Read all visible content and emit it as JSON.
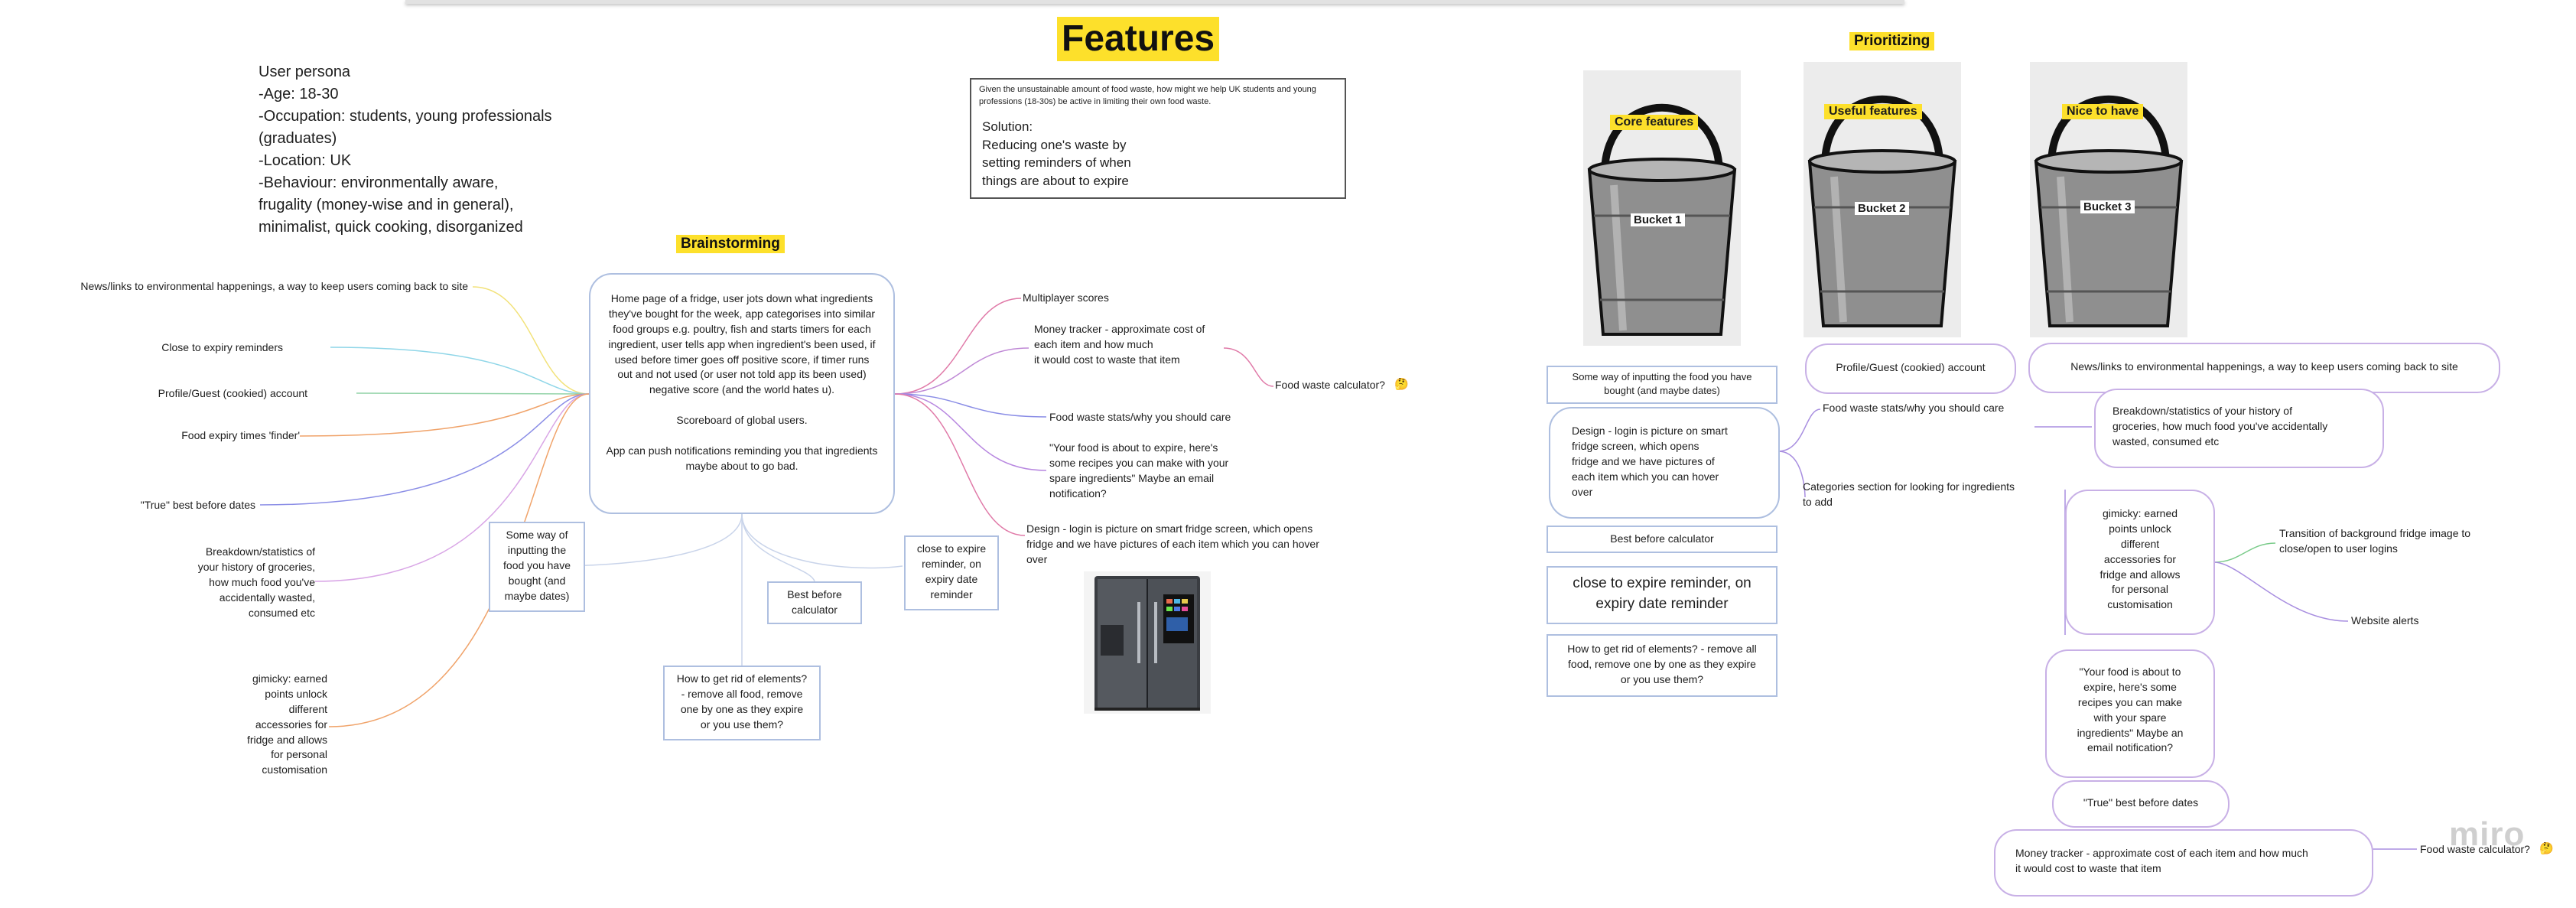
{
  "titles": {
    "features": "Features",
    "prioritizing": "Prioritizing",
    "brainstorming": "Brainstorming"
  },
  "persona": {
    "lines": [
      "User persona",
      "-Age:  18-30",
      "-Occupation: students, young professionals",
      "(graduates)",
      "-Location: UK",
      "-Behaviour: environmentally aware,",
      "frugality (money-wise and in general),",
      "minimalist, quick cooking, disorganized"
    ]
  },
  "problem": {
    "question": "Given the unsustainable amount of food waste, how might we help UK students and young professions (18-30s) be active in limiting their own food waste.",
    "solution": "Solution:\nReducing one's waste by\nsetting reminders of when\nthings are about to expire"
  },
  "brainstorm": {
    "center": "Home page of a fridge, user jots down what ingredients they've bought for the week, app categorises into similar food groups e.g. poultry, fish and starts timers for each ingredient, user tells app when ingredient's been used, if used before timer goes off positive score, if timer runs out and not used (or user not told app its been used) negative score (and the world hates u).\n\nScoreboard of global users.\n\nApp can push notifications reminding you that ingredients maybe about to go bad.",
    "left": [
      "News/links to environmental happenings, a way to keep users coming back to site",
      "Close to expiry reminders",
      "Profile/Guest (cookied) account",
      "Food expiry times 'finder'",
      "\"True\" best before dates",
      "Breakdown/statistics of\nyour history of groceries,\nhow much food you've\naccidentally wasted,\nconsumed etc",
      "gimicky: earned\npoints unlock\ndifferent\naccessories for\nfridge and allows\nfor personal\ncustomisation"
    ],
    "right": [
      "Multiplayer scores",
      "Money tracker - approximate cost of\neach item and how much\nit would cost to waste that item",
      "Food waste calculator?",
      "Food waste stats/why you should care",
      "\"Your food is about to expire, here's\nsome recipes you can make with your\nspare ingredients\" Maybe an email\nnotification?",
      "Design - login is picture on smart fridge screen, which opens\nfridge and we have pictures of each item which you can hover\nover"
    ],
    "below": [
      "Some way of\ninputting the\nfood you have\nbought (and\nmaybe dates)",
      "Best before\ncalculator",
      "close to expire\nreminder, on\nexpiry date\nreminder",
      "How to get rid of elements?\n- remove all food, remove\none by one as they expire\nor you use them?"
    ]
  },
  "buckets": [
    {
      "label": "Core features",
      "name": "Bucket 1"
    },
    {
      "label": "Useful features",
      "name": "Bucket 2"
    },
    {
      "label": "Nice to have",
      "name": "Bucket 3"
    }
  ],
  "core": [
    "Some way of inputting the food you have\nbought (and maybe dates)",
    "Design - login is picture on smart\nfridge screen, which opens\nfridge and we have pictures of\neach item which you can hover\nover",
    "Best before calculator",
    "close to expire reminder, on\nexpiry date reminder",
    "How to get rid of elements? - remove all\nfood, remove one by one as they expire\nor you use them?"
  ],
  "useful": [
    "Food waste stats/why you should care",
    "Categories section for looking for ingredients\nto add",
    "Profile/Guest (cookied) account",
    "gimicky: earned\npoints unlock\ndifferent\naccessories for\nfridge and allows\nfor personal\ncustomisation",
    "Transition of background fridge image to\nclose/open to user logins",
    "Website alerts",
    "\"Your food is about to\nexpire, here's some\nrecipes you can make\nwith your spare\ningredients\" Maybe an\nemail notification?",
    "\"True\" best before dates",
    "Money tracker - approximate cost of each item and how much\nit would cost to waste that item"
  ],
  "nice": [
    "News/links to environmental happenings, a way to keep users coming back to site",
    "Breakdown/statistics of your history of\ngroceries, how much food you've accidentally\nwasted, consumed etc",
    "Food waste calculator?"
  ],
  "emoji": "🤔",
  "watermark": "miro"
}
